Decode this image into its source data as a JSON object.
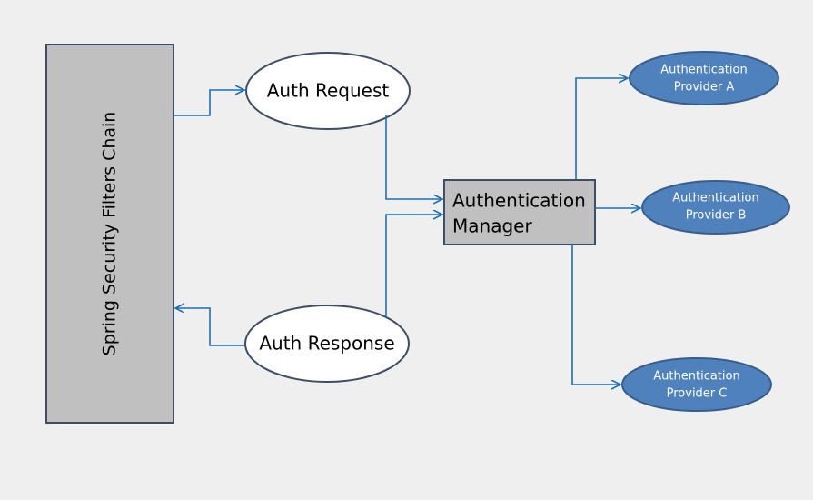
{
  "diagram": {
    "filters_chain": {
      "label": "Spring Security Filters Chain"
    },
    "auth_request": {
      "label": "Auth Request"
    },
    "auth_response": {
      "label": "Auth Response"
    },
    "manager": {
      "line1": "Authentication",
      "line2": "Manager"
    },
    "providers": [
      {
        "line1": "Authentication",
        "line2": "Provider A"
      },
      {
        "line1": "Authentication",
        "line2": "Provider B"
      },
      {
        "line1": "Authentication",
        "line2": "Provider C"
      }
    ],
    "colors": {
      "background": "#efefef",
      "box_fill": "#c0c0c0",
      "box_stroke": "#3d4d63",
      "connector": "#1c6fb5",
      "provider_fill": "#4f81bd",
      "provider_stroke": "#385d8a",
      "provider_text": "#ffffff",
      "ellipse_fill": "#ffffff"
    }
  }
}
